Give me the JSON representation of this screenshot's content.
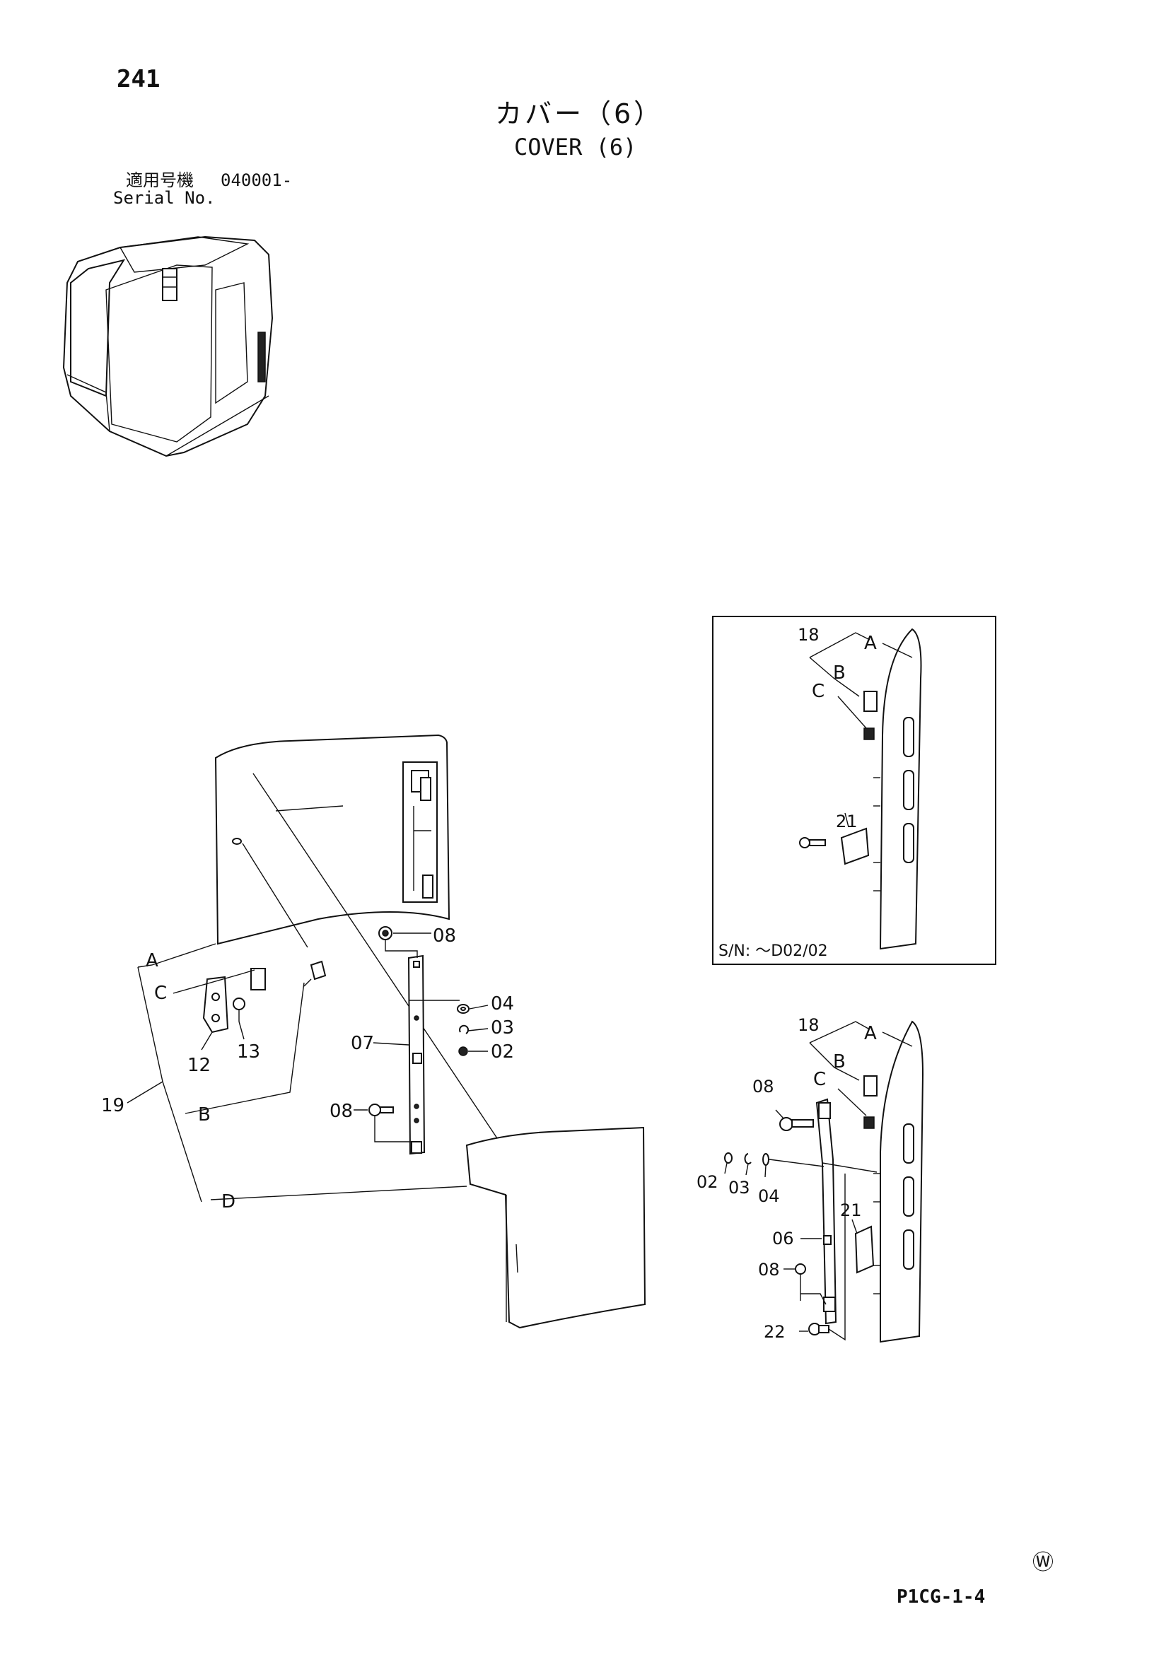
{
  "header": {
    "page_number": "241",
    "title_jp": "カバー（6）",
    "title_en": "COVER (6)",
    "serial_label_jp": "適用号機",
    "serial_range": "040001-",
    "serial_label_en": "Serial No."
  },
  "footer": {
    "page_code": "P1CG-1-4",
    "watermark_symbol": "Ⓦ"
  },
  "diagram": {
    "main_callouts": {
      "p08_top": "08",
      "p04": "04",
      "p03": "03",
      "p02": "02",
      "p07": "07",
      "p08_bottom": "08",
      "p12": "12",
      "p13": "13",
      "p19": "19",
      "A": "A",
      "B": "B",
      "C": "C",
      "D": "D"
    },
    "inset": {
      "p18": "18",
      "A": "A",
      "B": "B",
      "C": "C",
      "p21": "21",
      "serial_note": "S/N: ～D02/02"
    },
    "detail": {
      "p18": "18",
      "A": "A",
      "B": "B",
      "C": "C",
      "p08_top": "08",
      "p02": "02",
      "p03": "03",
      "p04": "04",
      "p21": "21",
      "p06": "06",
      "p08_bottom": "08",
      "p22": "22"
    }
  }
}
